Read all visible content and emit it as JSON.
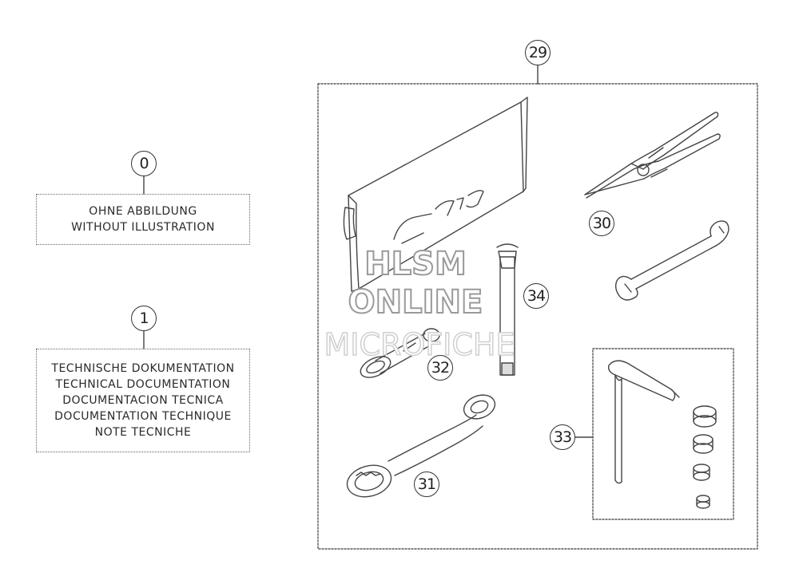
{
  "callouts": {
    "c0": "0",
    "c1": "1",
    "c29": "29",
    "c30": "30",
    "c31": "31",
    "c32": "32",
    "c33": "33",
    "c34": "34"
  },
  "box0": {
    "lines": [
      "OHNE ABBILDUNG",
      "WITHOUT ILLUSTRATION"
    ]
  },
  "box1": {
    "lines": [
      "TECHNISCHE DOKUMENTATION",
      "TECHNICAL DOCUMENTATION",
      "DOCUMENTACION TECNICA",
      "DOCUMENTATION TECHNIQUE",
      "NOTE TECNICHE"
    ]
  },
  "watermark": {
    "line1": "HLSM",
    "line2": "ONLINE",
    "line3": "MICROFICHE"
  }
}
